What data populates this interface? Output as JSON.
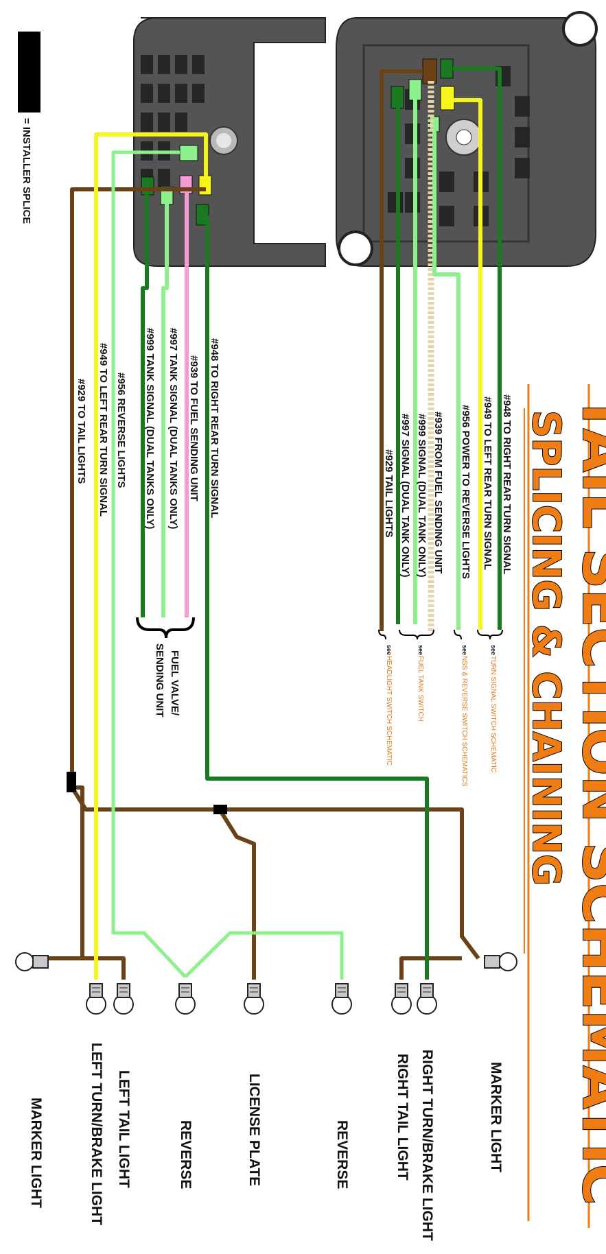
{
  "title": {
    "line1": "TAIL SECTION SCHEMATIC",
    "line2": "SPLICING & CHAINING"
  },
  "legend": {
    "text": "= INSTALLER SPLICE"
  },
  "right_block": {
    "labels": [
      "#948 TO RIGHT REAR TURN SIGNAL",
      "#949 TO LEFT REAR TURN SIGNAL",
      "#956 POWER TO REVERSE LIGHTS",
      "#939 FROM FUEL SENDING UNIT",
      "#999 SIGNAL (DUAL TANK ONLY)",
      "#997 SIGNAL (DUAL TANK ONLY)",
      "#929 TAIL LIGHTS"
    ],
    "notes": [
      {
        "see": "see",
        "text": "TURN SIGNAL SWITCH SCHEMATIC"
      },
      {
        "see": "see",
        "text": "NSS & REVERSE SWITCH SCHEMATICS"
      },
      {
        "see": "see",
        "text": "FUEL TANK SWITCH"
      },
      {
        "see": "see",
        "text": "HEADLIGHT SWITCH SCHEMATIC"
      }
    ]
  },
  "left_block": {
    "labels": [
      "#948 TO RIGHT REAR TURN SIGNAL",
      "#939 TO FUEL SENDING UNIT",
      "#997 TANK SIGNAL (DUAL TANKS ONLY)",
      "#999 TANK SIGNAL (DUAL TANKS ONLY)",
      "#956 REVERSE LIGHTS",
      "#949 TO LEFT REAR TURN SIGNAL",
      "#929 TO TAIL LIGHTS"
    ],
    "fuel_label": [
      "FUEL VALVE/",
      "SENDING UNIT"
    ]
  },
  "bulbs": [
    "MARKER LIGHT",
    "RIGHT TURN/BRAKE LIGHT",
    "RIGHT TAIL LIGHT",
    "REVERSE",
    "LICENSE PLATE",
    "REVERSE",
    "LEFT TAIL LIGHT",
    "LEFT TURN/BRAKE LIGHT",
    "MARKER LIGHT"
  ],
  "colors": {
    "brown": "#6b4117",
    "yellow": "#f5f51a",
    "light_green": "#8cf08c",
    "dark_green": "#1a7a22",
    "pink": "#f49ad6",
    "tan": "#e6d3a8",
    "orange": "#f07d14",
    "housing": "#555555"
  }
}
